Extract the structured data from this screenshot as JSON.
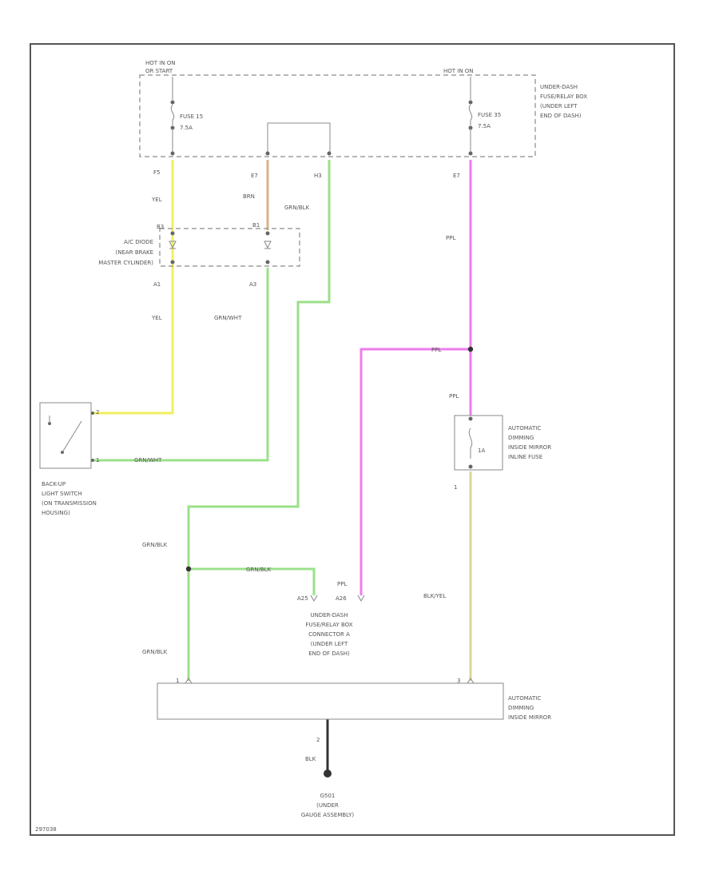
{
  "colors": {
    "yellow": "#f2ef5e",
    "brown": "#d8b48a",
    "green": "#9be08a",
    "purple": "#ee7bef",
    "tan": "#d9d69a",
    "black": "#333333",
    "frame": "#555555",
    "text": "#555555"
  },
  "fuse_box": {
    "hot_left_line1": "HOT IN ON",
    "hot_left_line2": "OR START",
    "hot_right": "HOT IN ON",
    "title_lines": [
      "UNDER-DASH",
      "FUSE/RELAY BOX",
      "(UNDER LEFT",
      "END OF DASH)"
    ],
    "fuse_left_line1": "FUSE 15",
    "fuse_left_line2": "7.5A",
    "fuse_right_line1": "FUSE 35",
    "fuse_right_line2": "7.5A",
    "pin_left": "F5",
    "pin_mid1": "E7",
    "pin_mid2": "H3",
    "pin_right": "E7"
  },
  "wires": {
    "yel_upper": "YEL",
    "brn": "BRN",
    "grn_blk_upper": "GRN/BLK",
    "ppl_upper": "PPL",
    "yel_lower": "YEL",
    "grn_wht": "GRN/WHT",
    "grn_wht_switch": "GRN/WHT",
    "ppl_junction": "PPL",
    "ppl_fuse": "PPL",
    "grn_blk_left": "GRN/BLK",
    "grn_blk_branch": "GRN/BLK",
    "ppl_lower": "PPL",
    "blk_yel": "BLK/YEL",
    "grn_blk_bottom": "GRN/BLK",
    "blk": "BLK"
  },
  "ac_diode": {
    "lines": [
      "A/C DIODE",
      "(NEAR BRAKE",
      "MASTER CYLINDER)"
    ],
    "pin_top_left": "B3",
    "pin_top_right": "B1",
    "pin_bottom_left": "A1",
    "pin_bottom_right": "A3"
  },
  "backup_switch": {
    "lines": [
      "BACK-UP",
      "LIGHT SWITCH",
      "(ON TRANSMISSION",
      "HOUSING)"
    ],
    "pin_top": "2",
    "pin_bottom": "1"
  },
  "inline_fuse": {
    "lines": [
      "AUTOMATIC",
      "DIMMING",
      "INSIDE MIRROR",
      "INLINE FUSE"
    ],
    "amp": "1A",
    "pin_bottom": "1"
  },
  "connector": {
    "lines": [
      "UNDER-DASH",
      "FUSE/RELAY BOX",
      "CONNECTOR A",
      "(UNDER LEFT",
      "END OF DASH)"
    ],
    "pin_left": "A25",
    "pin_right": "A26"
  },
  "mirror": {
    "lines": [
      "AUTOMATIC",
      "DIMMING",
      "INSIDE MIRROR"
    ],
    "pin_left": "1",
    "pin_right": "3",
    "pin_ground": "2"
  },
  "ground": {
    "lines": [
      "G501",
      "(UNDER",
      "GAUGE ASSEMBLY)"
    ]
  },
  "footer_code": "297038"
}
